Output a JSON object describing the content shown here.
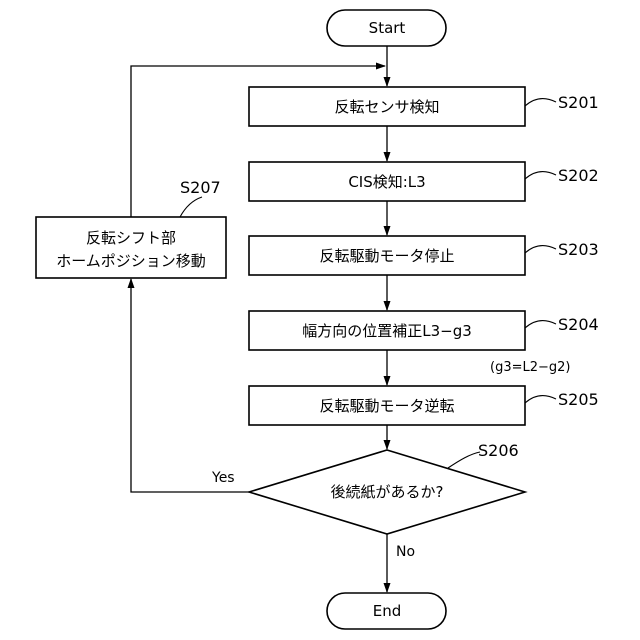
{
  "start": "Start",
  "end": "End",
  "steps": [
    {
      "id": "S201",
      "text": "反転センサ検知"
    },
    {
      "id": "S202",
      "text": "CIS検知:L3"
    },
    {
      "id": "S203",
      "text": "反転駆動モータ停止"
    },
    {
      "id": "S204",
      "text": "幅方向の位置補正L3−g3",
      "note": "(g3=L2−g2)"
    },
    {
      "id": "S205",
      "text": "反転駆動モータ逆転"
    }
  ],
  "decision": {
    "id": "S206",
    "text": "後続紙があるか?",
    "yes": "Yes",
    "no": "No"
  },
  "loop_step": {
    "id": "S207",
    "lines": [
      "反転シフト部",
      "ホームポジション移動"
    ]
  }
}
